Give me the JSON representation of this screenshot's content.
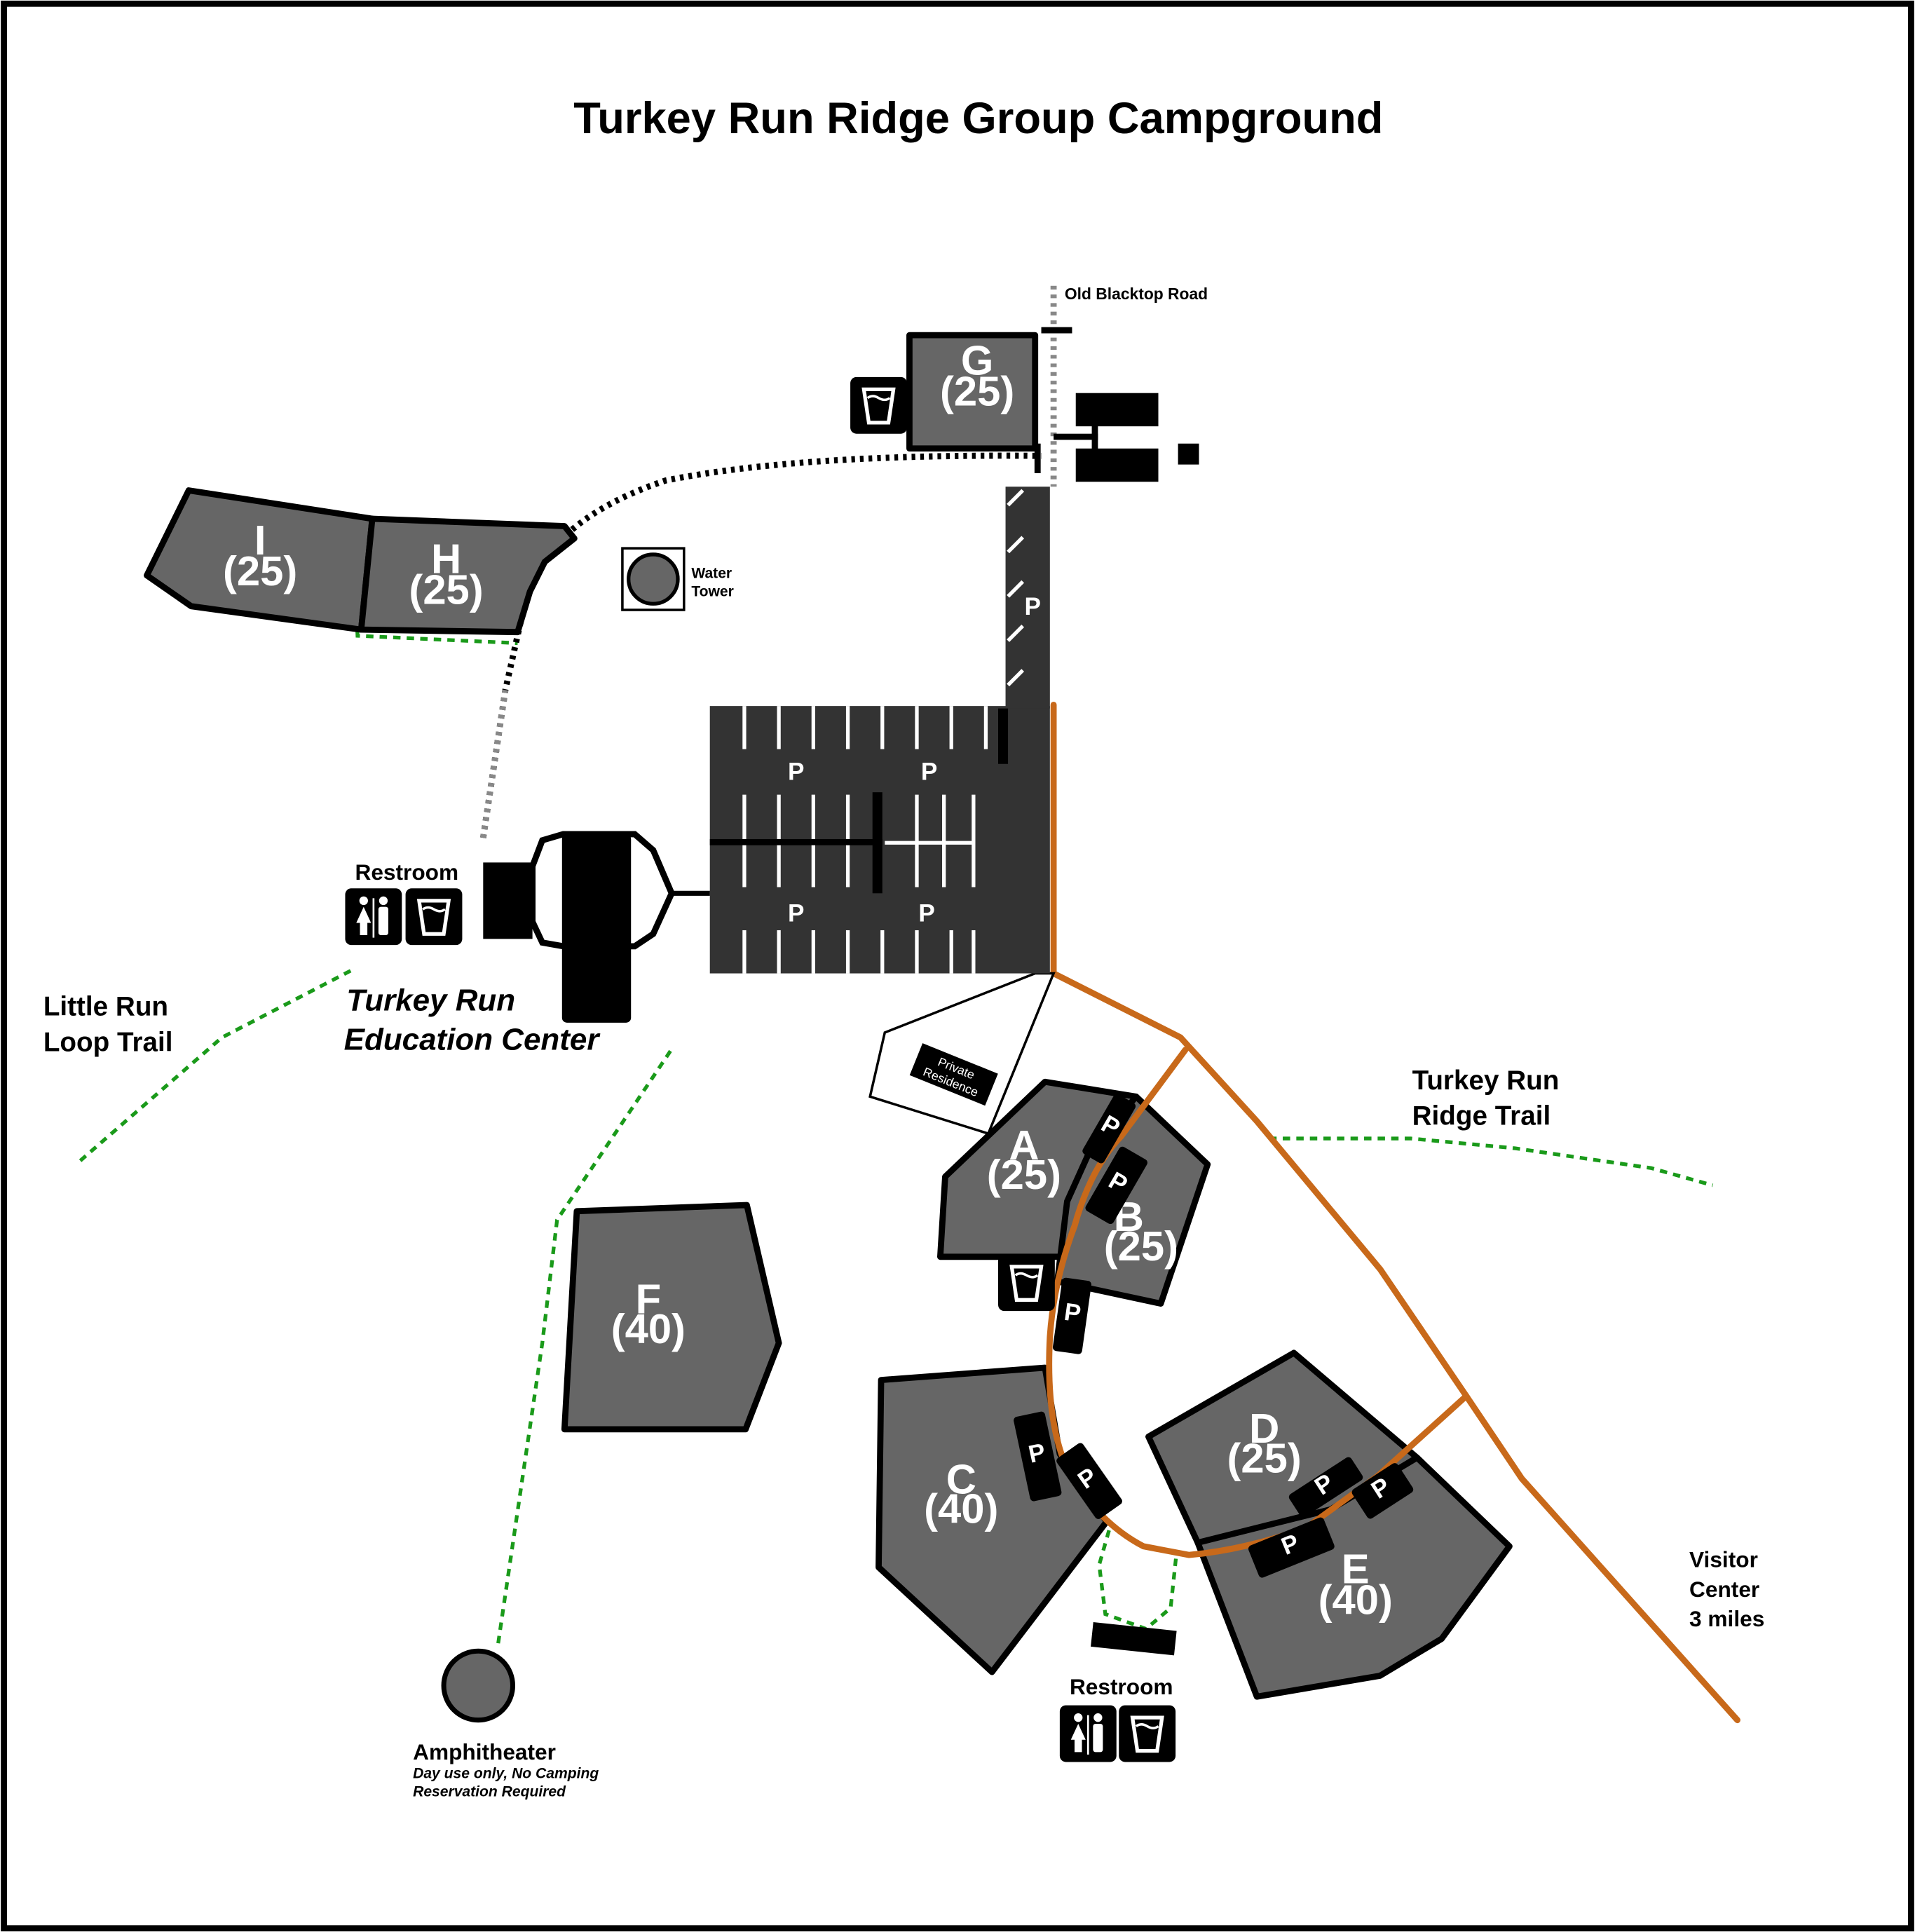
{
  "title": "Turkey Run Ridge Group Campground",
  "colors": {
    "site_fill": "#666666",
    "parking": "#333333",
    "road_orange": "#c8691a",
    "trail_green": "#1a9a1a",
    "border": "#000000"
  },
  "labels": {
    "old_blacktop_road": "Old Blacktop Road",
    "water_tower_line1": "Water",
    "water_tower_line2": "Tower",
    "restroom_upper": "Restroom",
    "restroom_lower": "Restroom",
    "education_center_line1": "Turkey Run",
    "education_center_line2": "Education Center",
    "little_run_line1": "Little Run",
    "little_run_line2": "Loop Trail",
    "ridge_trail_line1": "Turkey Run",
    "ridge_trail_line2": "Ridge Trail",
    "visitor_line1": "Visitor",
    "visitor_line2": "Center",
    "visitor_line3": "3 miles",
    "private_line1": "Private",
    "private_line2": "Residence",
    "amphitheater": "Amphitheater",
    "amphitheater_note1": "Day use only, No Camping",
    "amphitheater_note2": "Reservation Required",
    "parking": "P"
  },
  "sites": {
    "A": {
      "name": "A",
      "capacity": "(25)"
    },
    "B": {
      "name": "B",
      "capacity": "(25)"
    },
    "C": {
      "name": "C",
      "capacity": "(40)"
    },
    "D": {
      "name": "D",
      "capacity": "(25)"
    },
    "E": {
      "name": "E",
      "capacity": "(40)"
    },
    "F": {
      "name": "F",
      "capacity": "(40)"
    },
    "G": {
      "name": "G",
      "capacity": "(25)"
    },
    "H": {
      "name": "H",
      "capacity": "(25)"
    },
    "I": {
      "name": "I",
      "capacity": "(25)"
    }
  },
  "icons": [
    "restroom-icon",
    "drinking-water-icon",
    "water-tower-icon",
    "amphitheater-icon"
  ]
}
